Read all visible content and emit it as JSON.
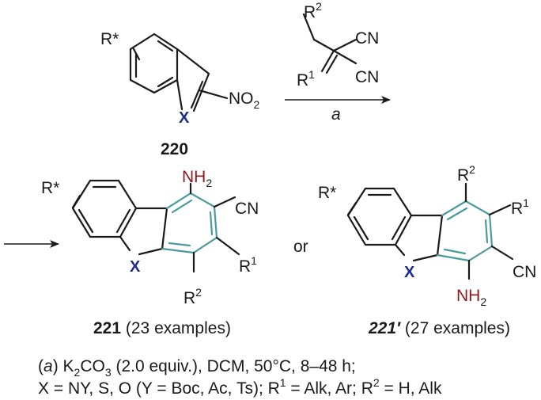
{
  "colors": {
    "heteroatom": "#1c2c8c",
    "amine": "#8b1a1a",
    "new_ring": "#4c9b9b",
    "bond": "#1a1a1a"
  },
  "starting_material": {
    "substituent": "R*",
    "heteroatom": "X",
    "nitro_group": "NO",
    "nitro_subscript": "2",
    "compound_number": "220"
  },
  "reagent": {
    "r2": "R",
    "r2_sup": "2",
    "r1": "R",
    "r1_sup": "1",
    "cn_top": "CN",
    "cn_bottom": "CN",
    "arrow_label": "a"
  },
  "product_221": {
    "substituent": "R*",
    "heteroatom": "X",
    "amine": "NH",
    "amine_subscript": "2",
    "cn": "CN",
    "r1": "R",
    "r1_sup": "1",
    "r2": "R",
    "r2_sup": "2",
    "compound_number": "221",
    "examples": " (23 examples)"
  },
  "connector": "or",
  "product_221_prime": {
    "substituent": "R*",
    "heteroatom": "X",
    "r2": "R",
    "r2_sup": "2",
    "r1": "R",
    "r1_sup": "1",
    "cn": "CN",
    "amine": "NH",
    "amine_subscript": "2",
    "compound_number": "221′",
    "examples": " (27 examples)"
  },
  "conditions": {
    "line1_open": "(",
    "line1_label": "a",
    "line1_close": ") K",
    "line1_sub": "2",
    "line1_co": "CO",
    "line1_sub2": "3",
    "line1_rest": " (2.0 equiv.), DCM, 50°C, 8–48 h;",
    "line2_a": "X = NY, S, O (Y = Boc, Ac, Ts); R",
    "line2_sup1": "1",
    "line2_b": " = Alk, Ar; R",
    "line2_sup2": "2",
    "line2_c": " = H, Alk"
  }
}
